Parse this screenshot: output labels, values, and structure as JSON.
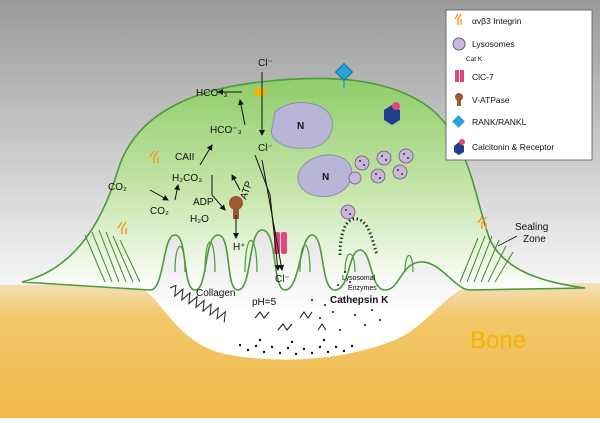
{
  "legend": {
    "integrin": "αvβ3 Integrin",
    "lysosomes": "Lysosomes",
    "catk": "Cat K",
    "clc7": "ClC-7",
    "vatpase": "V-ATPase",
    "rankl": "RANK/RANKL",
    "calcitonin": "Calcitonin & Receptor"
  },
  "labels": {
    "hco3_top": "HCO⁻₃",
    "cl_top": "Cl⁻",
    "hco3_mid": "HCO⁻₃",
    "cl_mid": "Cl⁻",
    "caii": "CAII",
    "h2co3": "H₂CO₃",
    "co2_out": "CO₂",
    "co2_in": "CO₂",
    "adp": "ADP",
    "h2o": "H₂O",
    "atp": "ATP",
    "hplus": "H⁺",
    "cl_bottom": "Cl⁻",
    "nucleus1": "N",
    "nucleus2": "N",
    "collagen": "Collagen",
    "ph": "pH=5",
    "lysosomal_enzymes_1": "Lysosomal",
    "lysosomal_enzymes_2": "Enzymes",
    "cathepsin": "Cathepsin K",
    "sealing_1": "Sealing",
    "sealing_2": "Zone",
    "bone": "Bone"
  },
  "colors": {
    "cell_top": "#9fd37a",
    "cell_bottom": "#ffffff",
    "bone": "#f2c86a",
    "background_top": "#9a9a9a",
    "background_bottom": "#ffffff",
    "bone_label": "#f5b400",
    "nucleus": "#b8b5d6",
    "lysosome": "#c9b6d8",
    "clc7": "#e2457f",
    "vatpase": "#9b5a30",
    "rankl": "#2aa3d8",
    "calcitonin": "#1f3f8f",
    "integrin": "#f39a1f"
  }
}
